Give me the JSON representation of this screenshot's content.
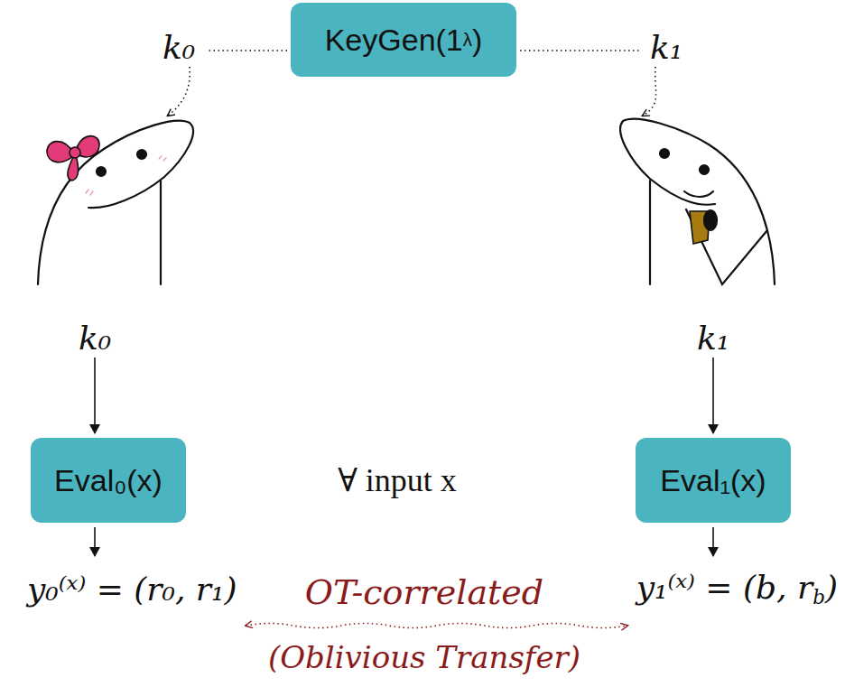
{
  "diagram": {
    "nodes": [
      {
        "text": [
          "KeyGen(1",
          "λ",
          ")"
        ]
      },
      {
        "text": [
          "Eval₀(x)"
        ]
      },
      {
        "text": [
          "Eval₁(x)"
        ]
      }
    ],
    "labels": [
      "k₀",
      "k₁",
      "k₀",
      "k₁",
      "∀ input x",
      "y₀⁽ˣ⁾ = (r₀, r₁)",
      "y₁⁽ˣ⁾ = (b, r",
      "b",
      ")",
      "OT-correlated",
      "(Oblivious Transfer)"
    ]
  }
}
